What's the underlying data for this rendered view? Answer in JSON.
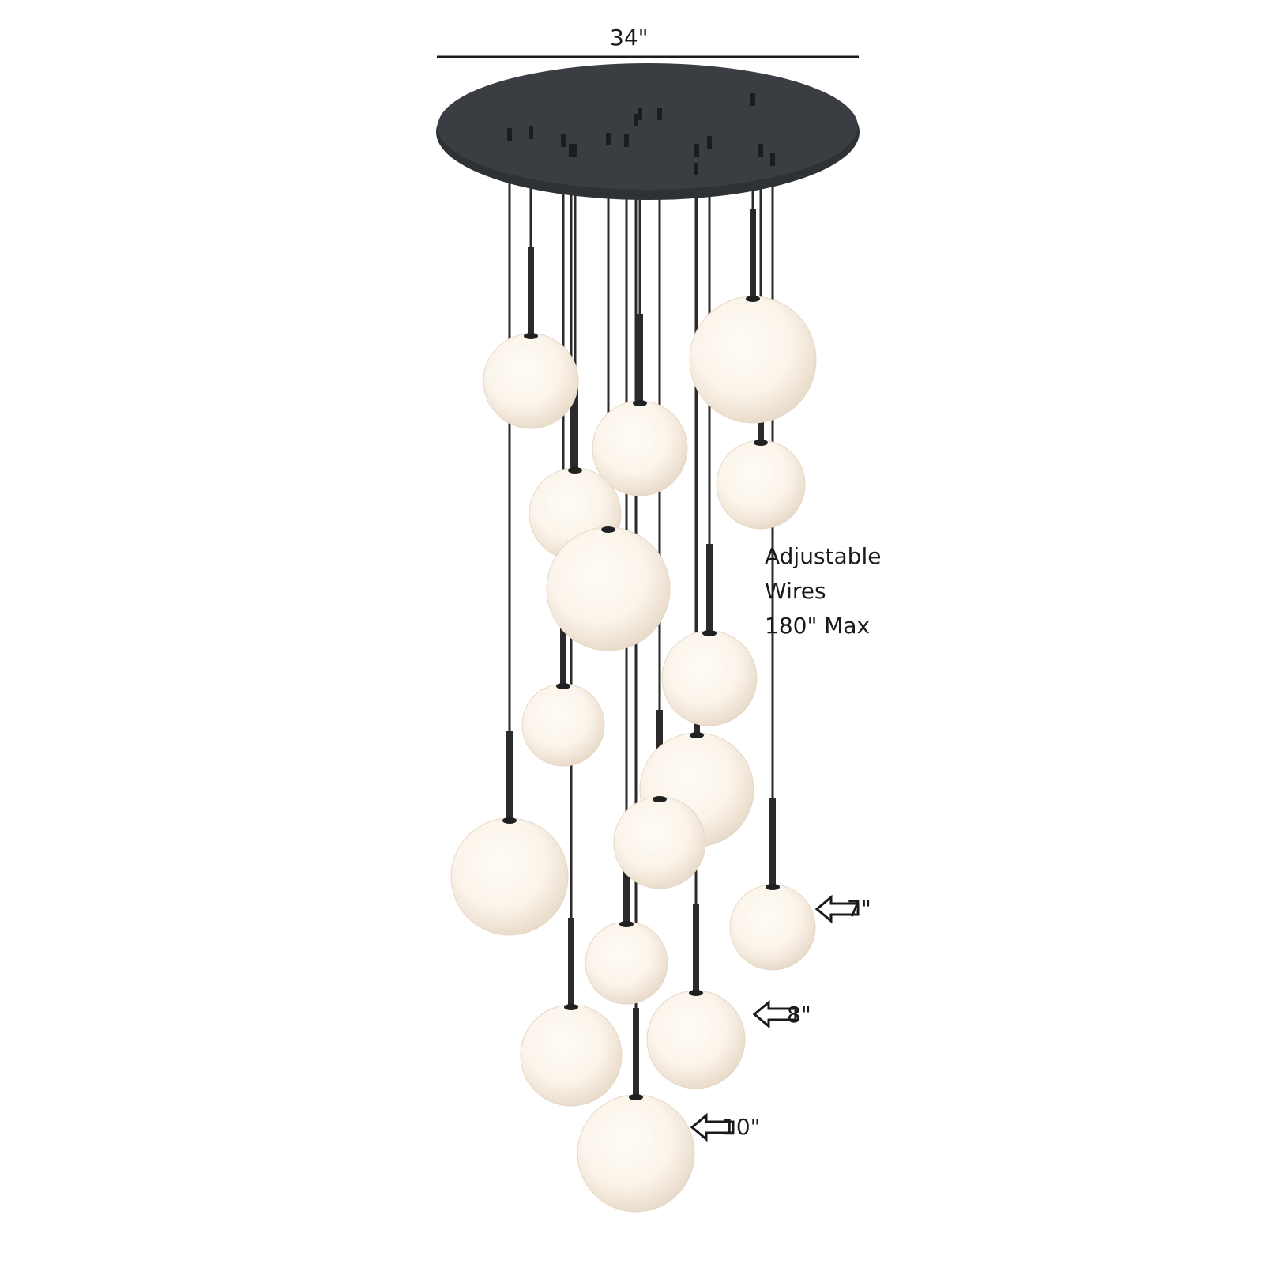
{
  "dimension": {
    "width_label": "34\""
  },
  "annotation": {
    "wires": [
      "Adjustable",
      "Wires",
      "180\" Max"
    ]
  },
  "sizes": [
    {
      "label": "7\""
    },
    {
      "label": "8\""
    },
    {
      "label": "10\""
    }
  ],
  "colors": {
    "canopy": "#2f3235",
    "wire": "#2a2a2a",
    "globe_light": "#fffaf2",
    "globe_shade": "#e6d7c6",
    "text": "#1a1a1a"
  }
}
